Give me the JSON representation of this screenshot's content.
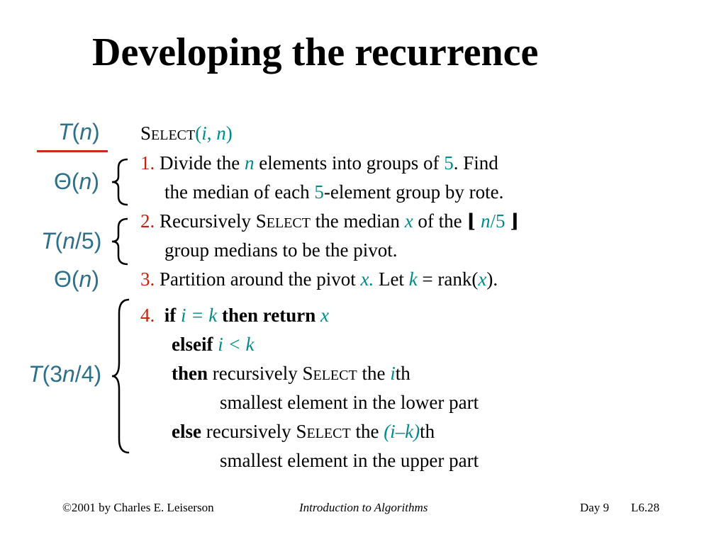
{
  "title": "Developing the recurrence",
  "annotations": {
    "t_n": {
      "f": "T",
      "arg": "n"
    },
    "theta_n_1": {
      "f": "Θ",
      "arg": "n"
    },
    "t_n5": {
      "f": "T",
      "arg": "n",
      "rest": "/5"
    },
    "theta_n_2": {
      "f": "Θ",
      "arg": "n"
    },
    "t_3n4": {
      "f": "T",
      "pre": "3",
      "arg": "n",
      "rest": "/4"
    }
  },
  "select_header": {
    "name_first": "S",
    "name_rest": "ELECT",
    "open": "(",
    "i": "i",
    "comma": ", ",
    "n": "n",
    "close": ")"
  },
  "step1": {
    "num": "1.",
    "a": "Divide the ",
    "n": "n",
    "b": " elements into groups of ",
    "five": "5",
    "c": ". Find",
    "d": "the median of each ",
    "five2": "5",
    "e": "-element group by rote."
  },
  "step2": {
    "num": "2.",
    "a": "Recursively ",
    "sel_first": "S",
    "sel_rest": "ELECT",
    "b": " the median ",
    "x": "x",
    "c": " of the ",
    "floor_l": "⌊",
    "n": "n",
    "slash5": "/5",
    "floor_r": "⌋",
    "d": "group medians to be the pivot."
  },
  "step3": {
    "num": "3.",
    "a": "Partition around the pivot ",
    "x": "x.",
    "b": " Let ",
    "k": "k",
    "c": " = rank(",
    "x2": "x",
    "d": ")."
  },
  "step4": {
    "num": "4.",
    "if": "if",
    "cond1": "i = k",
    "then_return": "then return",
    "x": "x",
    "elseif": "elseif",
    "cond2": "i < k",
    "then": "then",
    "rec1": " recursively ",
    "sel1_first": "S",
    "sel1_rest": "ELECT",
    "the1": " the ",
    "i": "i",
    "th1": "th",
    "lower": "smallest element in the lower part",
    "else": "else",
    "rec2": " recursively ",
    "sel2_first": "S",
    "sel2_rest": "ELECT",
    "the2": " the ",
    "ik": "(i–k)",
    "th2": "th",
    "upper": "smallest element in the upper part"
  },
  "footer": {
    "copyright": "©2001 by Charles E. Leiserson",
    "book": "Introduction to Algorithms",
    "day": "Day 9",
    "slide": "L6.28"
  },
  "colors": {
    "annotation": "#2e6f8a",
    "teal": "#008a8a",
    "red": "#c8200c",
    "red_line": "#cc2a1a"
  }
}
